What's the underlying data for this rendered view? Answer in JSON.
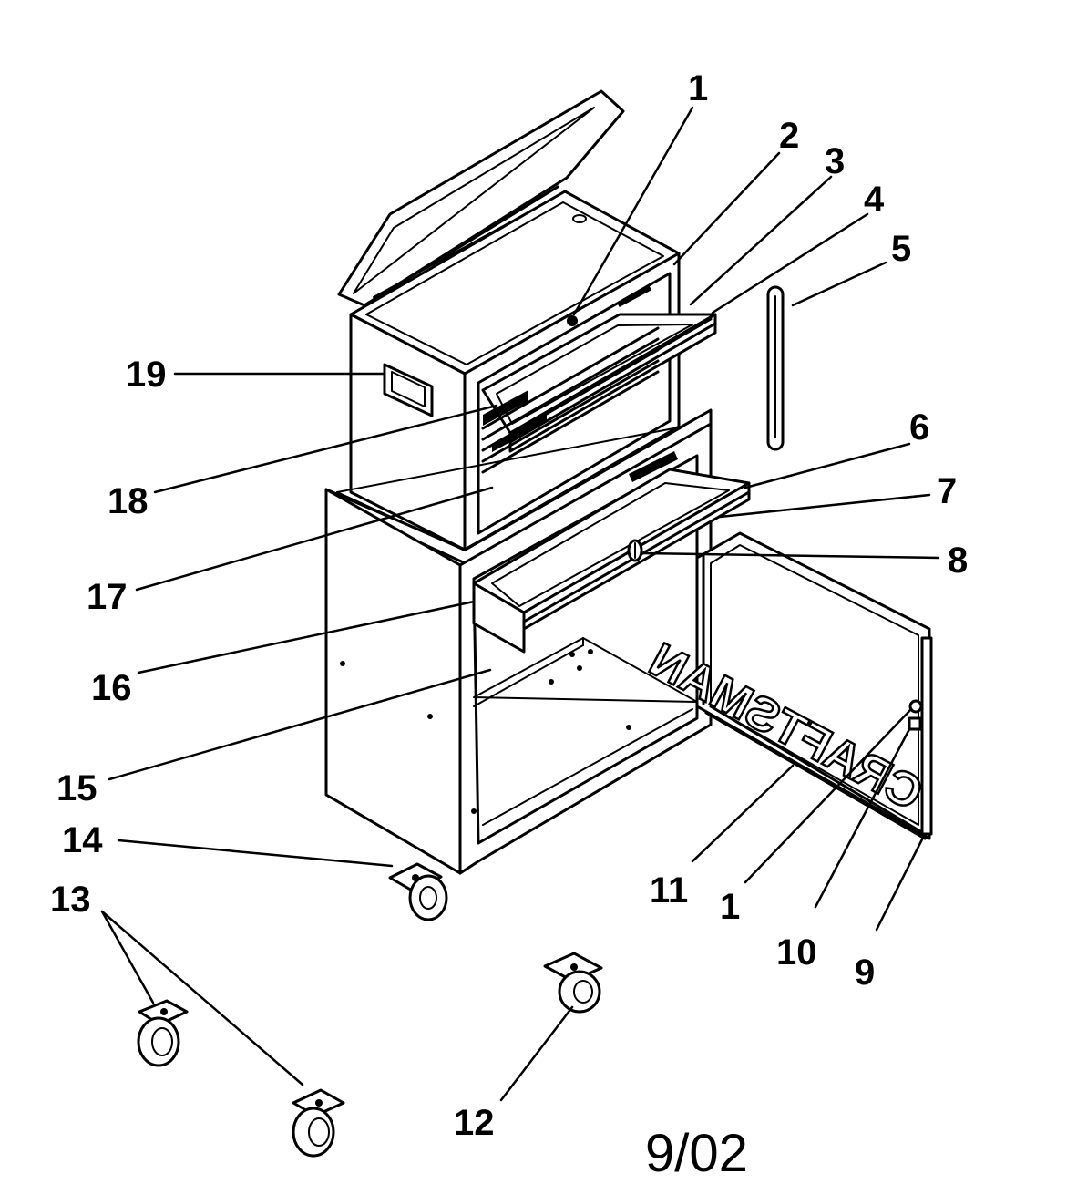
{
  "callouts": [
    {
      "id": "c1a",
      "label": "1"
    },
    {
      "id": "c2",
      "label": "2"
    },
    {
      "id": "c3",
      "label": "3"
    },
    {
      "id": "c4",
      "label": "4"
    },
    {
      "id": "c5",
      "label": "5"
    },
    {
      "id": "c6",
      "label": "6"
    },
    {
      "id": "c7",
      "label": "7"
    },
    {
      "id": "c8",
      "label": "8"
    },
    {
      "id": "c9",
      "label": "9"
    },
    {
      "id": "c10",
      "label": "10"
    },
    {
      "id": "c1b",
      "label": "1"
    },
    {
      "id": "c11",
      "label": "11"
    },
    {
      "id": "c12",
      "label": "12"
    },
    {
      "id": "c13",
      "label": "13"
    },
    {
      "id": "c14",
      "label": "14"
    },
    {
      "id": "c15",
      "label": "15"
    },
    {
      "id": "c16",
      "label": "16"
    },
    {
      "id": "c17",
      "label": "17"
    },
    {
      "id": "c18",
      "label": "18"
    },
    {
      "id": "c19",
      "label": "19"
    }
  ],
  "door_brand": "CRAFTSMAN",
  "date_code": "9/02"
}
